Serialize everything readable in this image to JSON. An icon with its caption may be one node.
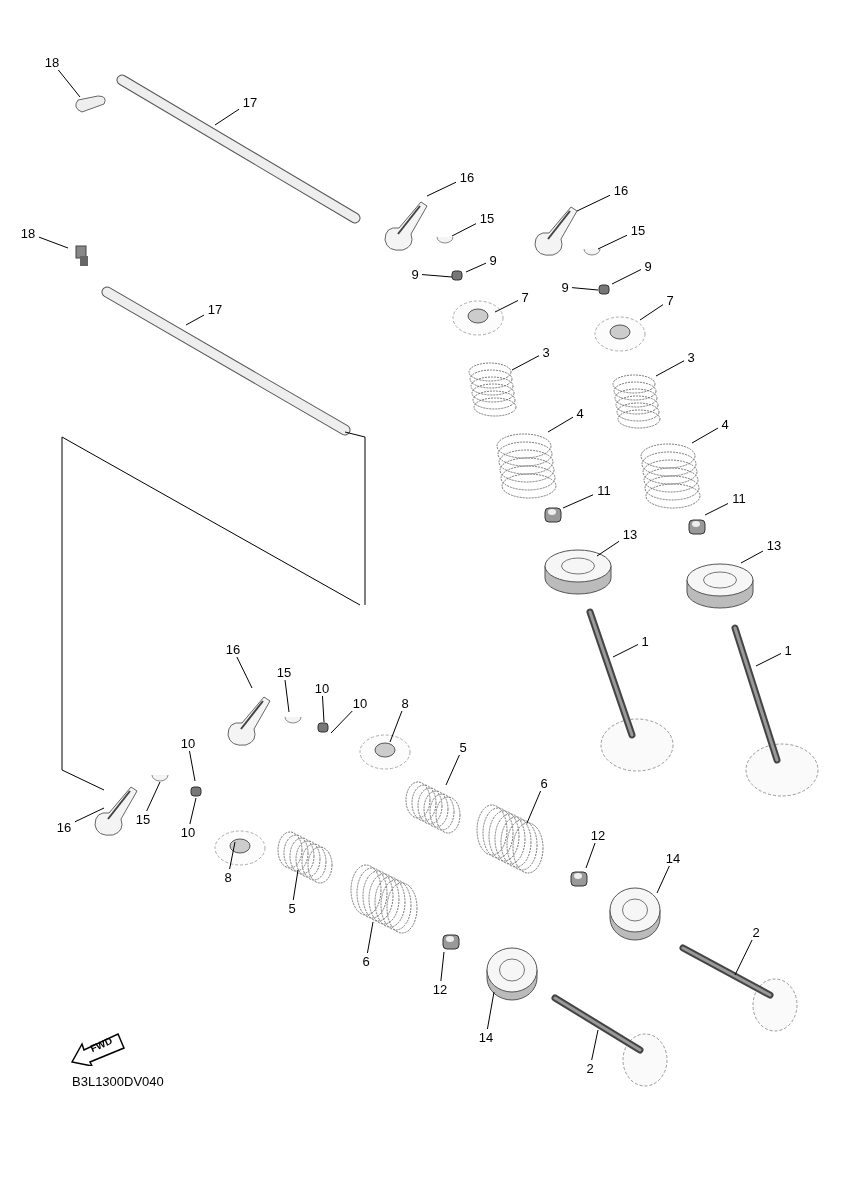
{
  "diagram": {
    "nodes": [
      {
        "text": [
          "18"
        ]
      },
      {
        "text": [
          "17"
        ]
      },
      {
        "text": [
          "16"
        ]
      },
      {
        "text": [
          "16"
        ]
      },
      {
        "text": [
          "15"
        ]
      },
      {
        "text": [
          "15"
        ]
      },
      {
        "text": [
          "9"
        ]
      },
      {
        "text": [
          "9"
        ]
      },
      {
        "text": [
          "9"
        ]
      },
      {
        "text": [
          "9"
        ]
      },
      {
        "text": [
          "7"
        ]
      },
      {
        "text": [
          "7"
        ]
      },
      {
        "text": [
          "3"
        ]
      },
      {
        "text": [
          "3"
        ]
      },
      {
        "text": [
          "4"
        ]
      },
      {
        "text": [
          "4"
        ]
      },
      {
        "text": [
          "11"
        ]
      },
      {
        "text": [
          "11"
        ]
      },
      {
        "text": [
          "13"
        ]
      },
      {
        "text": [
          "13"
        ]
      },
      {
        "text": [
          "1"
        ]
      },
      {
        "text": [
          "1"
        ]
      },
      {
        "text": [
          "18"
        ]
      },
      {
        "text": [
          "17"
        ]
      },
      {
        "text": [
          "16"
        ]
      },
      {
        "text": [
          "15"
        ]
      },
      {
        "text": [
          "10"
        ]
      },
      {
        "text": [
          "10"
        ]
      },
      {
        "text": [
          "8"
        ]
      },
      {
        "text": [
          "16"
        ]
      },
      {
        "text": [
          "15"
        ]
      },
      {
        "text": [
          "10"
        ]
      },
      {
        "text": [
          "10"
        ]
      },
      {
        "text": [
          "8"
        ]
      },
      {
        "text": [
          "5"
        ]
      },
      {
        "text": [
          "5"
        ]
      },
      {
        "text": [
          "6"
        ]
      },
      {
        "text": [
          "6"
        ]
      },
      {
        "text": [
          "12"
        ]
      },
      {
        "text": [
          "12"
        ]
      },
      {
        "text": [
          "14"
        ]
      },
      {
        "text": [
          "14"
        ]
      },
      {
        "text": [
          "2"
        ]
      },
      {
        "text": [
          "2"
        ]
      }
    ],
    "edges": [
      {
        "from": 0,
        "to": null,
        "arrow": "none"
      },
      {
        "from": 1,
        "to": null,
        "arrow": "none"
      },
      {
        "from": 2,
        "to": null,
        "arrow": "none"
      },
      {
        "from": 3,
        "to": null,
        "arrow": "none"
      },
      {
        "from": 4,
        "to": null,
        "arrow": "none"
      },
      {
        "from": 5,
        "to": null,
        "arrow": "none"
      },
      {
        "from": 6,
        "to": null,
        "arrow": "none"
      },
      {
        "from": 7,
        "to": null,
        "arrow": "none"
      },
      {
        "from": 8,
        "to": null,
        "arrow": "none"
      },
      {
        "from": 9,
        "to": null,
        "arrow": "none"
      },
      {
        "from": 10,
        "to": null,
        "arrow": "none"
      },
      {
        "from": 11,
        "to": null,
        "arrow": "none"
      },
      {
        "from": 12,
        "to": null,
        "arrow": "none"
      },
      {
        "from": 13,
        "to": null,
        "arrow": "none"
      },
      {
        "from": 14,
        "to": null,
        "arrow": "none"
      },
      {
        "from": 15,
        "to": null,
        "arrow": "none"
      },
      {
        "from": 16,
        "to": null,
        "arrow": "none"
      },
      {
        "from": 17,
        "to": null,
        "arrow": "none"
      },
      {
        "from": 18,
        "to": null,
        "arrow": "none"
      },
      {
        "from": 19,
        "to": null,
        "arrow": "none"
      },
      {
        "from": 20,
        "to": null,
        "arrow": "none"
      },
      {
        "from": 21,
        "to": null,
        "arrow": "none"
      },
      {
        "from": 22,
        "to": null,
        "arrow": "none"
      },
      {
        "from": 23,
        "to": null,
        "arrow": "none"
      },
      {
        "from": 24,
        "to": null,
        "arrow": "none"
      },
      {
        "from": 25,
        "to": null,
        "arrow": "none"
      },
      {
        "from": 26,
        "to": null,
        "arrow": "none"
      },
      {
        "from": 27,
        "to": null,
        "arrow": "none"
      },
      {
        "from": 28,
        "to": null,
        "arrow": "none"
      },
      {
        "from": 29,
        "to": null,
        "arrow": "none"
      },
      {
        "from": 30,
        "to": null,
        "arrow": "none"
      },
      {
        "from": 31,
        "to": null,
        "arrow": "none"
      },
      {
        "from": 32,
        "to": null,
        "arrow": "none"
      },
      {
        "from": 33,
        "to": null,
        "arrow": "none"
      },
      {
        "from": 34,
        "to": null,
        "arrow": "none"
      },
      {
        "from": 35,
        "to": null,
        "arrow": "none"
      },
      {
        "from": 36,
        "to": null,
        "arrow": "none"
      },
      {
        "from": 37,
        "to": null,
        "arrow": "none"
      },
      {
        "from": 38,
        "to": null,
        "arrow": "none"
      },
      {
        "from": 39,
        "to": null,
        "arrow": "none"
      },
      {
        "from": 40,
        "to": null,
        "arrow": "none"
      },
      {
        "from": 41,
        "to": null,
        "arrow": "none"
      },
      {
        "from": 42,
        "to": null,
        "arrow": "none"
      },
      {
        "from": 43,
        "to": null,
        "arrow": "none"
      }
    ],
    "labels": [
      "FWD",
      "B3L1300DV040"
    ]
  }
}
